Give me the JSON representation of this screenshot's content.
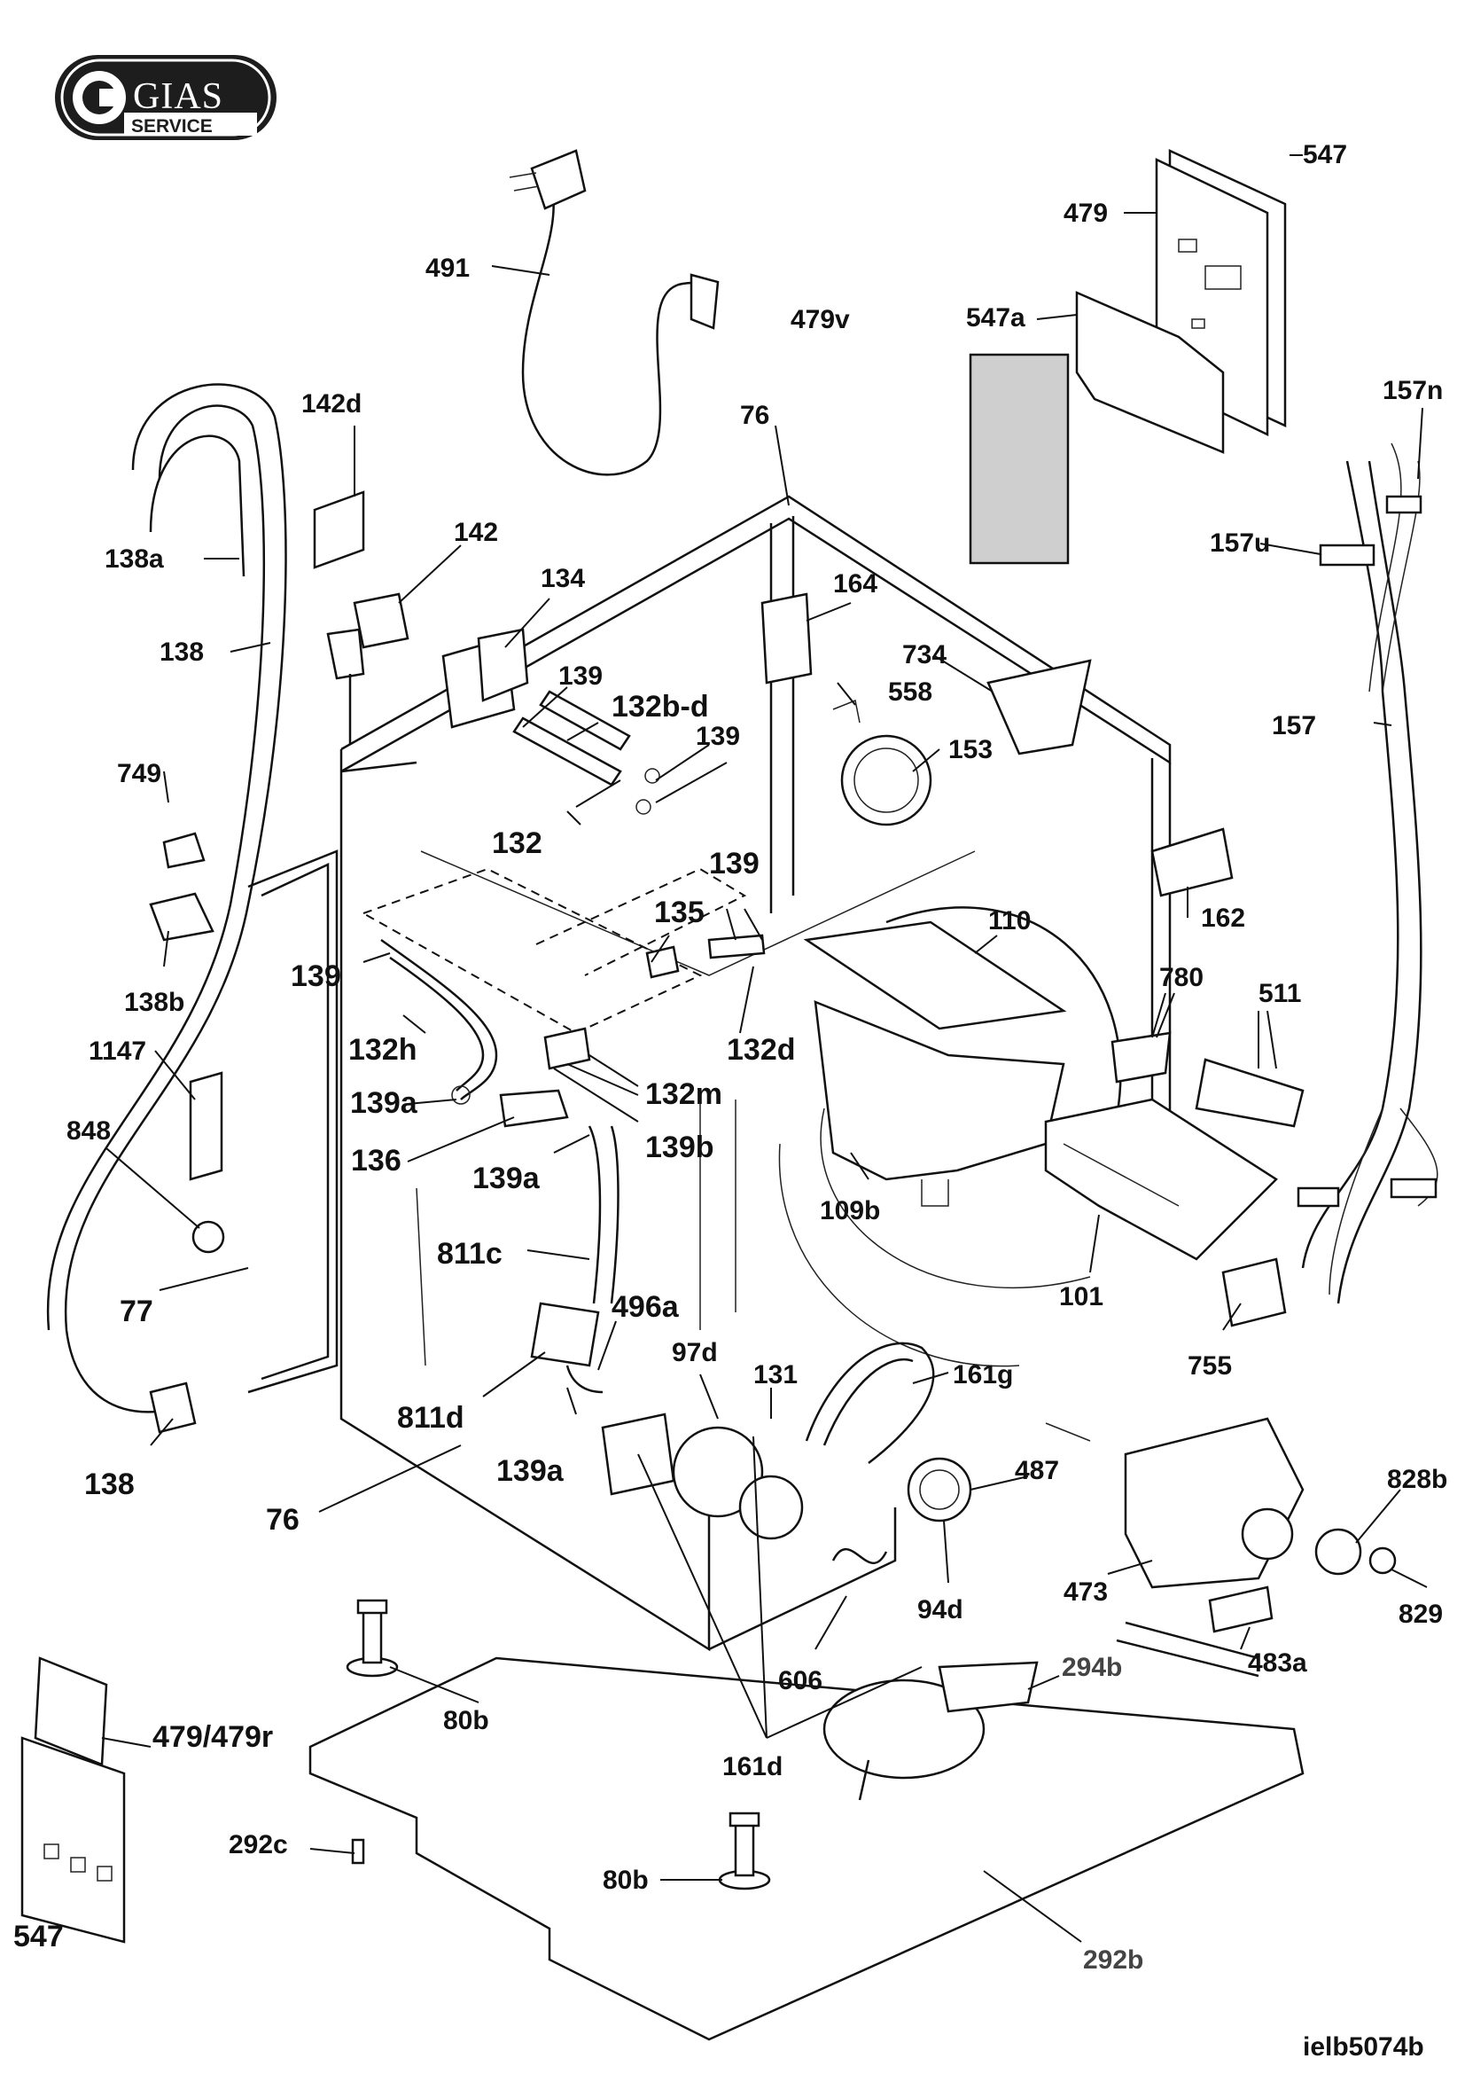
{
  "logo": {
    "brand": "GIAS",
    "sub": "SERVICE"
  },
  "ref_code": "ielb5074b",
  "labels": [
    {
      "id": "547-top",
      "text": "547"
    },
    {
      "id": "479",
      "text": "479"
    },
    {
      "id": "491",
      "text": "491"
    },
    {
      "id": "479v",
      "text": "479v"
    },
    {
      "id": "547a",
      "text": "547a"
    },
    {
      "id": "142d",
      "text": "142d"
    },
    {
      "id": "76-top",
      "text": "76"
    },
    {
      "id": "157n",
      "text": "157n"
    },
    {
      "id": "142",
      "text": "142"
    },
    {
      "id": "157u",
      "text": "157u"
    },
    {
      "id": "138a",
      "text": "138a"
    },
    {
      "id": "134",
      "text": "134"
    },
    {
      "id": "164",
      "text": "164"
    },
    {
      "id": "138-top",
      "text": "138"
    },
    {
      "id": "734",
      "text": "734"
    },
    {
      "id": "139-1",
      "text": "139"
    },
    {
      "id": "132b-d",
      "text": "132b-d"
    },
    {
      "id": "558",
      "text": "558"
    },
    {
      "id": "157",
      "text": "157"
    },
    {
      "id": "139-2",
      "text": "139"
    },
    {
      "id": "153",
      "text": "153"
    },
    {
      "id": "749",
      "text": "749"
    },
    {
      "id": "132",
      "text": "132"
    },
    {
      "id": "139-3",
      "text": "139"
    },
    {
      "id": "135",
      "text": "135"
    },
    {
      "id": "162",
      "text": "162"
    },
    {
      "id": "110",
      "text": "110"
    },
    {
      "id": "138b",
      "text": "138b"
    },
    {
      "id": "139-4",
      "text": "139"
    },
    {
      "id": "780",
      "text": "780"
    },
    {
      "id": "511",
      "text": "511"
    },
    {
      "id": "1147",
      "text": "1147"
    },
    {
      "id": "132h",
      "text": "132h"
    },
    {
      "id": "132d",
      "text": "132d"
    },
    {
      "id": "848",
      "text": "848"
    },
    {
      "id": "139a-1",
      "text": "139a"
    },
    {
      "id": "132m",
      "text": "132m"
    },
    {
      "id": "136",
      "text": "136"
    },
    {
      "id": "139b",
      "text": "139b"
    },
    {
      "id": "139a-2",
      "text": "139a"
    },
    {
      "id": "109b",
      "text": "109b"
    },
    {
      "id": "811c",
      "text": "811c"
    },
    {
      "id": "101",
      "text": "101"
    },
    {
      "id": "77",
      "text": "77"
    },
    {
      "id": "496a",
      "text": "496a"
    },
    {
      "id": "755",
      "text": "755"
    },
    {
      "id": "97d",
      "text": "97d"
    },
    {
      "id": "131",
      "text": "131"
    },
    {
      "id": "161g",
      "text": "161g"
    },
    {
      "id": "811d",
      "text": "811d"
    },
    {
      "id": "487",
      "text": "487"
    },
    {
      "id": "828b",
      "text": "828b"
    },
    {
      "id": "138-bottom",
      "text": "138"
    },
    {
      "id": "139a-3",
      "text": "139a"
    },
    {
      "id": "76-bottom",
      "text": "76"
    },
    {
      "id": "473",
      "text": "473"
    },
    {
      "id": "94d",
      "text": "94d"
    },
    {
      "id": "829",
      "text": "829"
    },
    {
      "id": "483a",
      "text": "483a"
    },
    {
      "id": "294b",
      "text": "294b"
    },
    {
      "id": "606",
      "text": "606"
    },
    {
      "id": "80b-1",
      "text": "80b"
    },
    {
      "id": "479-479r",
      "text": "479/479r"
    },
    {
      "id": "161d",
      "text": "161d"
    },
    {
      "id": "292c",
      "text": "292c"
    },
    {
      "id": "80b-2",
      "text": "80b"
    },
    {
      "id": "547-bottom",
      "text": "547"
    },
    {
      "id": "292b",
      "text": "292b"
    }
  ]
}
